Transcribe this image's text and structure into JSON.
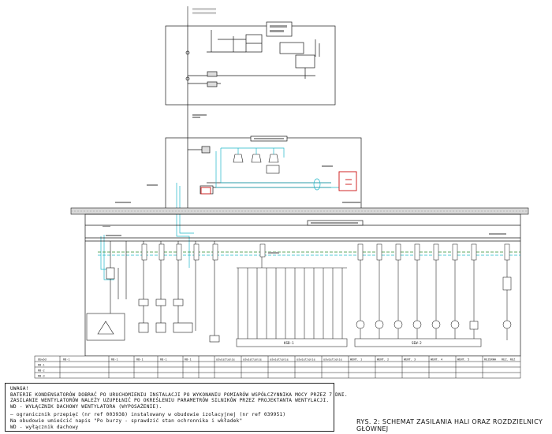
{
  "notes": {
    "heading": "UWAGA!",
    "lines": [
      "BATERIE KONDENSATORÓW DOBRAĆ PO URUCHOMIENIU INSTALACJI PO WYKONANIU POMIARÓW WSPÓŁCZYNNIKA MOCY PRZEZ 7 DNI.",
      "ZASILANIE WENTYLATORÓW NALEŻY UZUPEŁNIĆ PO OKREŚLENIU PARAMETRÓW SILNIKÓW PRZEZ PROJEKTANTA WENTYLACJI.",
      "WD - WYŁĄCZNIK DACHOWY WENTYLATORA (WYPOSAŻENIE)."
    ],
    "legend": [
      "— ogranicznik przepięć (nr ref 003938) instalowany w obudowie izolacyjnej (nr ref 039951)",
      "Na obudowie umieścić napis \"Po burzy - sprawdzić stan ochronnika i wkładek\"",
      "WD - wyłącznik dachowy"
    ]
  },
  "caption": "RYS. 2: SCHEMAT ZASILANIA HALI ORAZ ROZDZIELNICY GŁÓWNEJ",
  "groups": [
    "KSB-1",
    "SEW-2"
  ],
  "table": {
    "headers": [
      "Obwód",
      "RB-1",
      "RB-1",
      "RB-1",
      "RB-1",
      "RB-1",
      "oświetlenie",
      "oświetlenie",
      "oświetlenie",
      "oświetlenie",
      "oświetlenie",
      "WENT. 1",
      "WENT. 2",
      "WENT. 3",
      "WENT. 4",
      "WENT. 5",
      "REZERWA",
      "REZ. REZ"
    ],
    "rows": [
      "RB-1",
      "RB-2",
      "RB-3",
      "RB-4"
    ]
  },
  "colors": {
    "cyan": "#1fb6c8",
    "green": "#2e8b2e",
    "red": "#cc1010",
    "line": "#1a1a1a"
  }
}
